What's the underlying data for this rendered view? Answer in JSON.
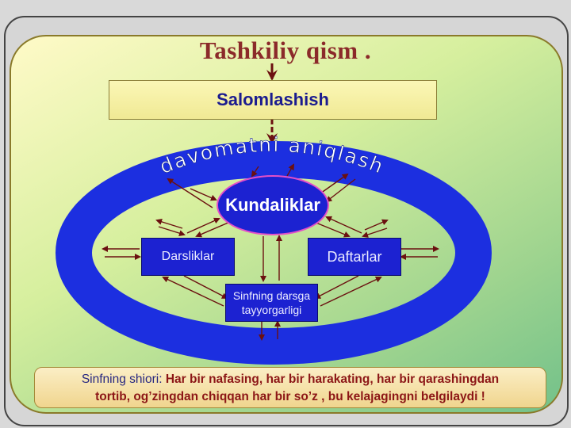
{
  "slide": {
    "title": "Tashkiliy qism .",
    "greeting": "Salomlashish",
    "arc_text": "davomatni aniqlash",
    "center_node": "Kundaliklar",
    "left_node": "Darsliklar",
    "right_node": "Daftarlar",
    "bottom_node_line1": "Sinfning darsga",
    "bottom_node_line2": "tayyorgarligi",
    "motto_label": "Sinfning shiori:",
    "motto_text_line1": "Har bir nafasing, har bir harakating, har bir qarashingdan",
    "motto_text_line2": "tortib, og’zingdan chiqqan har bir so’z , bu kelajagingni belgilaydi !"
  },
  "colors": {
    "ring": "#1c2fe0",
    "node": "#1c22d1",
    "arrow": "#6b1010",
    "title": "#8b2a2a"
  }
}
